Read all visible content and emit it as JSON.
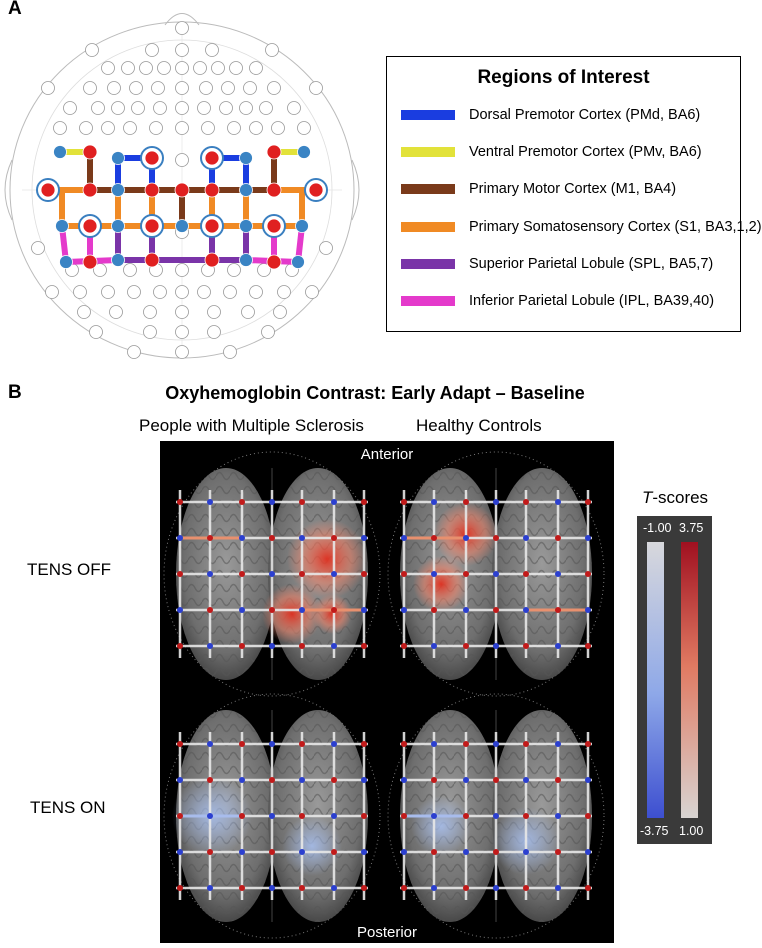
{
  "panel_a": {
    "label": "A",
    "legend": {
      "title": "Regions of Interest",
      "items": [
        {
          "label": "Dorsal Premotor Cortex (PMd, BA6)",
          "color": "#1a3de0"
        },
        {
          "label": "Ventral Premotor Cortex (PMv, BA6)",
          "color": "#e2e23a"
        },
        {
          "label": "Primary Motor Cortex (M1, BA4)",
          "color": "#7a3a1a"
        },
        {
          "label": "Primary Somatosensory Cortex (S1, BA3,1,2)",
          "color": "#f08a24"
        },
        {
          "label": "Superior Parietal Lobule (SPL, BA5,7)",
          "color": "#7a34a8"
        },
        {
          "label": "Inferior Parietal Lobule (IPL, BA39,40)",
          "color": "#e43acb"
        }
      ]
    }
  },
  "panel_b": {
    "label": "B",
    "title": "Oxyhemoglobin Contrast: Early Adapt – Baseline",
    "column_headers": [
      "People with Multiple Sclerosis",
      "Healthy Controls"
    ],
    "row_labels": [
      "TENS OFF",
      "TENS ON"
    ],
    "orientation": {
      "top": "Anterior",
      "bottom": "Posterior"
    },
    "colorbar": {
      "title_italic": "T",
      "title_rest": "-scores",
      "positive": {
        "max": "3.75",
        "min": "1.00",
        "top_color": "#a01020",
        "bottom_color": "#d8d4d2"
      },
      "negative": {
        "max": "-1.00",
        "min": "-3.75",
        "top_color": "#d8d8dc",
        "bottom_color": "#3d4fd0"
      }
    }
  }
}
